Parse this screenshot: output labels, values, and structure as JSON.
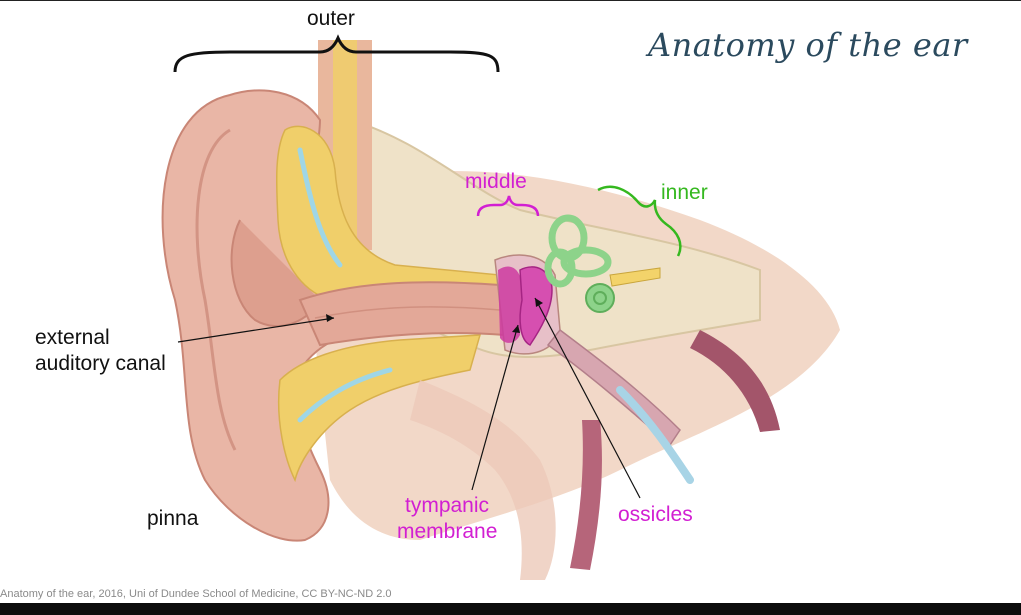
{
  "title": "Anatomy of the ear",
  "labels": {
    "outer": "outer",
    "middle": "middle",
    "inner": "inner",
    "external_line1": "external",
    "external_line2": "auditory canal",
    "pinna": "pinna",
    "tympanic_line1": "tympanic",
    "tympanic_line2": "membrane",
    "ossicles": "ossicles"
  },
  "credit": "Anatomy of the ear, 2016, Uni of Dundee School of Medicine, CC BY-NC-ND 2.0",
  "colors": {
    "outer_label": "#111111",
    "middle_label": "#d21fd2",
    "inner_label": "#35b81f",
    "title": "#2b4a5e",
    "skin": "#e9b6a6",
    "skin_dark": "#c98676",
    "fat": "#f0cf6a",
    "bone": "#efe2c8",
    "ossicles": "#cc3aa0",
    "cochlea": "#8dd38a",
    "vessel": "#a3556a"
  }
}
